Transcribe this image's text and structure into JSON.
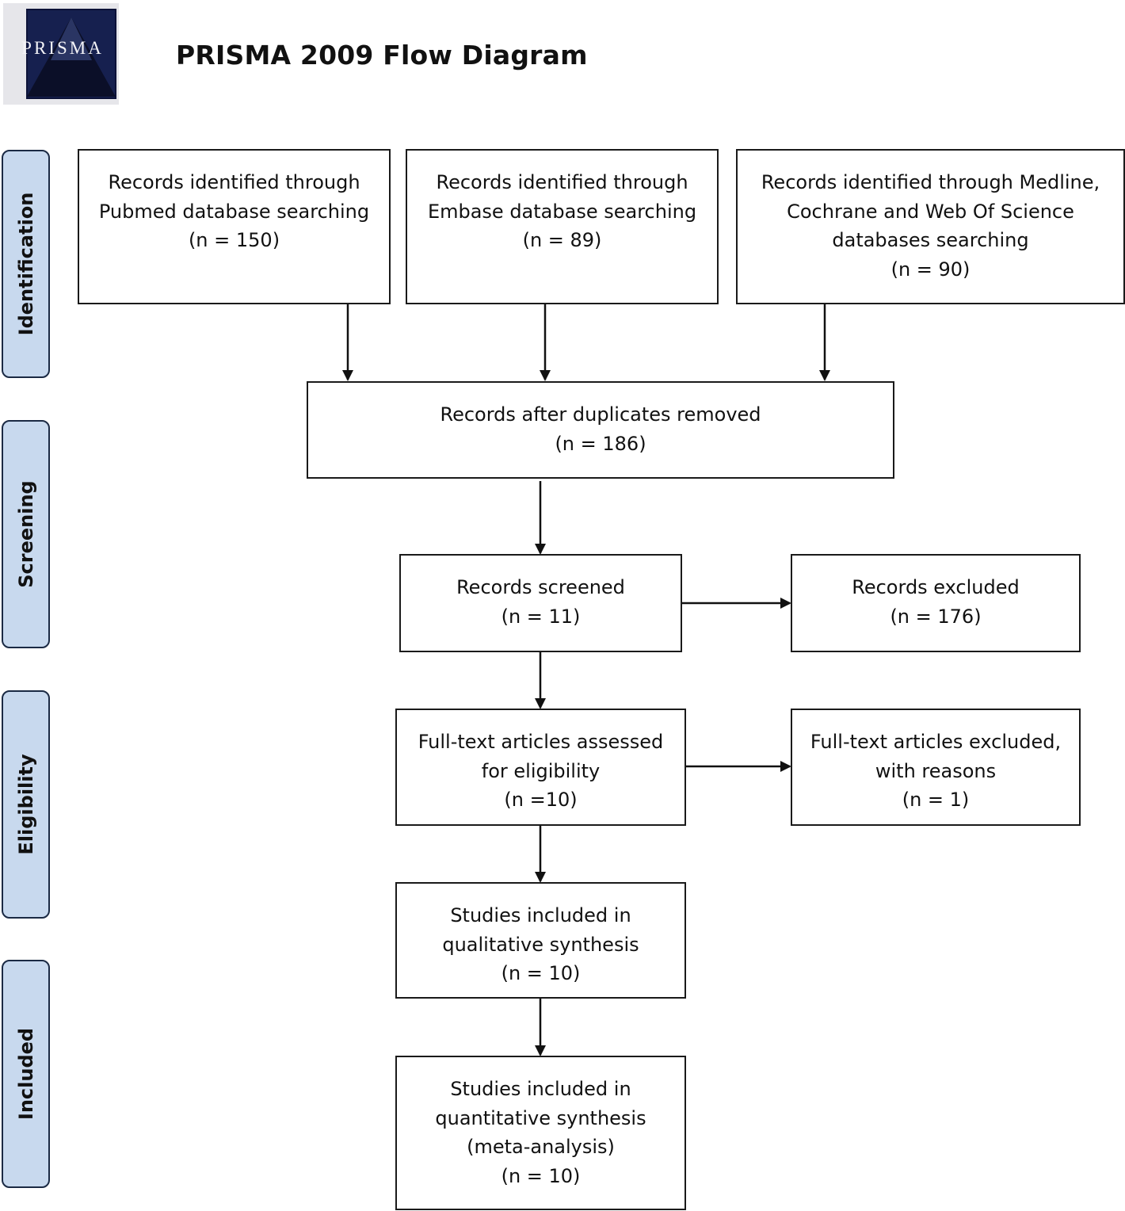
{
  "header": {
    "logo_text": "PRISMA",
    "title": "PRISMA 2009 Flow Diagram"
  },
  "stages": {
    "identification": "Identification",
    "screening": "Screening",
    "eligibility": "Eligibility",
    "included": "Included"
  },
  "boxes": {
    "pubmed": {
      "lines": [
        "Records identified through",
        "Pubmed database searching",
        "(n = 150)"
      ]
    },
    "embase": {
      "lines": [
        "Records identified through",
        "Embase database searching",
        "(n = 89)"
      ]
    },
    "other": {
      "lines": [
        "Records identified through Medline,",
        "Cochrane and Web Of Science",
        "databases searching",
        "(n = 90)"
      ]
    },
    "duplicates": {
      "lines": [
        "Records after duplicates removed",
        "(n = 186)"
      ]
    },
    "screened": {
      "lines": [
        "Records screened",
        "(n = 11)"
      ]
    },
    "excluded": {
      "lines": [
        "Records excluded",
        "(n = 176)"
      ]
    },
    "fulltext": {
      "lines": [
        "Full-text articles assessed",
        "for eligibility",
        "(n =10)"
      ]
    },
    "fulltext_excluded": {
      "lines": [
        "Full-text articles excluded,",
        "with reasons",
        "(n = 1)"
      ]
    },
    "qualitative": {
      "lines": [
        "Studies included in",
        "qualitative synthesis",
        "(n = 10)"
      ]
    },
    "quantitative": {
      "lines": [
        "Studies included in",
        "quantitative synthesis",
        "(meta-analysis)",
        "(n = 10)"
      ]
    }
  },
  "colors": {
    "stage_fill": "#c8d9ee",
    "stage_border": "#1b2a44",
    "box_border": "#1a1a1a"
  }
}
